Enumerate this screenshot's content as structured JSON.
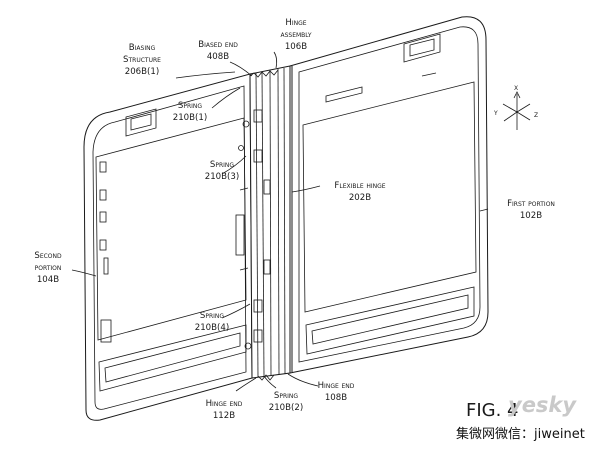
{
  "labels": {
    "biasing_structure": [
      "Biasing",
      "Structure",
      "206B(1)"
    ],
    "biased_end": [
      "Biased end",
      "408B"
    ],
    "hinge_assembly": [
      "Hinge",
      "assembly",
      "106B"
    ],
    "spring_1": [
      "Spring",
      "210B(1)"
    ],
    "spring_3": [
      "Spring",
      "210B(3)"
    ],
    "flexible_hinge": [
      "Flexible hinge",
      "202B"
    ],
    "first_portion": [
      "First portion",
      "102B"
    ],
    "second_portion": [
      "Second",
      "portion",
      "104B"
    ],
    "spring_4": [
      "Spring",
      "210B(4)"
    ],
    "hinge_end_112": [
      "Hinge end",
      "112B"
    ],
    "spring_2": [
      "Spring",
      "210B(2)"
    ],
    "hinge_end_108": [
      "Hinge end",
      "108B"
    ]
  },
  "axes": {
    "x": "x",
    "y": "y",
    "z": "z"
  },
  "figure_label": "FIG. 4",
  "watermark": {
    "brand": "yesky",
    "wechat": "集微网微信：jiweinet"
  }
}
